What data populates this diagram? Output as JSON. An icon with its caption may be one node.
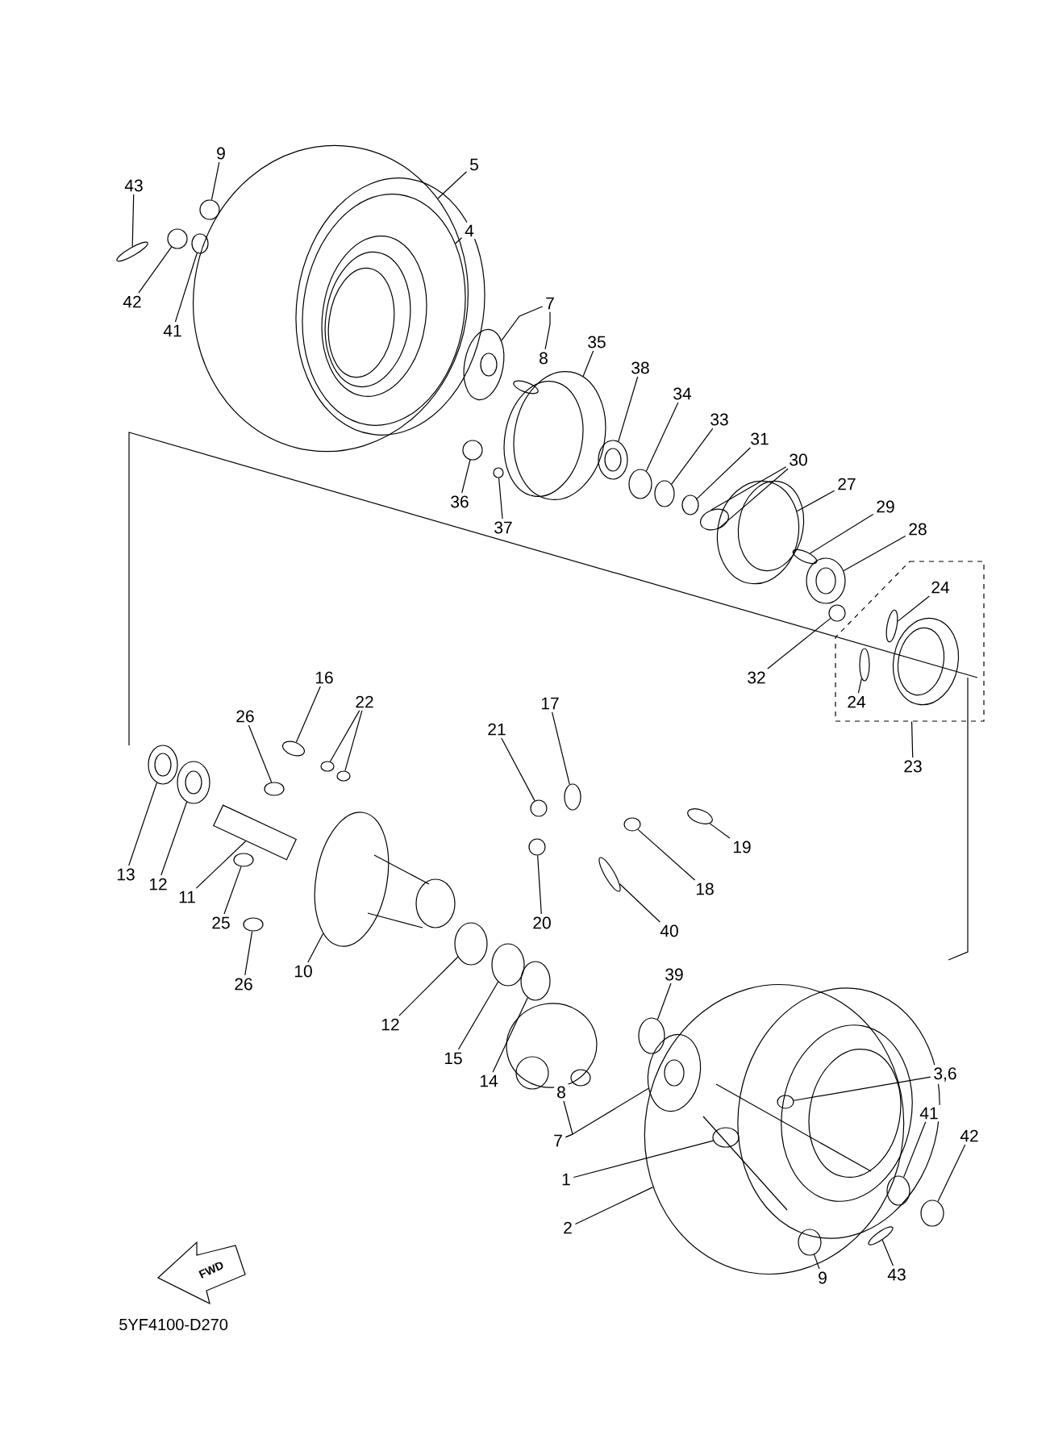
{
  "diagram": {
    "nodes": [
      {
        "text": [
          "43"
        ]
      },
      {
        "text": [
          "9"
        ]
      },
      {
        "text": [
          "5"
        ]
      },
      {
        "text": [
          "4"
        ]
      },
      {
        "text": [
          "42"
        ]
      },
      {
        "text": [
          "41"
        ]
      },
      {
        "text": [
          "7"
        ]
      },
      {
        "text": [
          "8"
        ]
      },
      {
        "text": [
          "35"
        ]
      },
      {
        "text": [
          "38"
        ]
      },
      {
        "text": [
          "34"
        ]
      },
      {
        "text": [
          "33"
        ]
      },
      {
        "text": [
          "31"
        ]
      },
      {
        "text": [
          "30"
        ]
      },
      {
        "text": [
          "27"
        ]
      },
      {
        "text": [
          "29"
        ]
      },
      {
        "text": [
          "28"
        ]
      },
      {
        "text": [
          "36"
        ]
      },
      {
        "text": [
          "37"
        ]
      },
      {
        "text": [
          "24"
        ],
        "in": 69
      },
      {
        "text": [
          "32"
        ]
      },
      {
        "text": [
          "24"
        ],
        "in": 69
      },
      {
        "text": [
          "23"
        ]
      },
      {
        "text": [
          "16"
        ]
      },
      {
        "text": [
          "26"
        ]
      },
      {
        "text": [
          "22"
        ]
      },
      {
        "text": [
          "17"
        ]
      },
      {
        "text": [
          "21"
        ]
      },
      {
        "text": [
          "19"
        ]
      },
      {
        "text": [
          "13"
        ]
      },
      {
        "text": [
          "12"
        ]
      },
      {
        "text": [
          "11"
        ]
      },
      {
        "text": [
          "25"
        ]
      },
      {
        "text": [
          "18"
        ]
      },
      {
        "text": [
          "20"
        ]
      },
      {
        "text": [
          "40"
        ]
      },
      {
        "text": [
          "26"
        ]
      },
      {
        "text": [
          "10"
        ]
      },
      {
        "text": [
          "12"
        ]
      },
      {
        "text": [
          "15"
        ]
      },
      {
        "text": [
          "14"
        ]
      },
      {
        "text": [
          "39"
        ]
      },
      {
        "text": [
          "3,6"
        ]
      },
      {
        "text": [
          "8"
        ]
      },
      {
        "text": [
          "41"
        ]
      },
      {
        "text": [
          "42"
        ]
      },
      {
        "text": [
          "7"
        ]
      },
      {
        "text": [
          "1"
        ]
      },
      {
        "text": [
          "2"
        ]
      },
      {
        "text": [
          "9"
        ]
      },
      {
        "text": [
          "43"
        ]
      },
      {
        "text": [],
        "shape": "circle"
      },
      {
        "text": [],
        "shape": "circle"
      },
      {
        "text": [],
        "shape": "circle"
      },
      {
        "text": [],
        "shape": "circle",
        "in": 53
      },
      {
        "text": [],
        "shape": "circle"
      },
      {
        "text": [],
        "shape": "circle"
      },
      {
        "text": [],
        "shape": "circle"
      },
      {
        "text": [],
        "shape": "circle"
      },
      {
        "text": [],
        "shape": "circle"
      },
      {
        "text": [],
        "shape": "circle"
      },
      {
        "text": [],
        "shape": "circle"
      },
      {
        "text": [],
        "shape": "circle"
      },
      {
        "text": [],
        "shape": "circle"
      },
      {
        "text": [],
        "shape": "circle"
      },
      {
        "text": [],
        "shape": "circle"
      },
      {
        "text": [],
        "shape": "circle"
      },
      {
        "text": [],
        "shape": "circle"
      },
      {
        "text": [],
        "shape": "circle"
      },
      {
        "text": [],
        "shape": "box"
      },
      {
        "text": [],
        "shape": "circle",
        "in": 69
      },
      {
        "text": [],
        "shape": "circle"
      },
      {
        "text": [],
        "shape": "circle",
        "in": 69
      },
      {
        "text": [],
        "shape": "circle"
      },
      {
        "text": [],
        "shape": "circle"
      },
      {
        "text": [],
        "shape": "circle"
      },
      {
        "text": [],
        "shape": "circle"
      },
      {
        "text": [],
        "shape": "circle"
      },
      {
        "text": [],
        "shape": "circle"
      },
      {
        "text": [],
        "shape": "circle"
      },
      {
        "text": [],
        "shape": "circle"
      },
      {
        "text": [],
        "shape": "circle"
      },
      {
        "text": [],
        "shape": "bar"
      },
      {
        "text": [],
        "shape": "circle"
      },
      {
        "text": [],
        "shape": "circle"
      },
      {
        "text": [],
        "shape": "circle"
      },
      {
        "text": [],
        "shape": "circle"
      },
      {
        "text": [],
        "shape": "circle"
      },
      {
        "text": [],
        "shape": "circle"
      },
      {
        "text": [],
        "shape": "circle"
      },
      {
        "text": [],
        "shape": "circle"
      },
      {
        "text": [],
        "shape": "circle"
      },
      {
        "text": [],
        "shape": "circle"
      },
      {
        "text": [],
        "shape": "circle"
      },
      {
        "text": [],
        "shape": "circle",
        "in": 93
      },
      {
        "text": [],
        "shape": "circle"
      },
      {
        "text": [],
        "shape": "circle"
      },
      {
        "text": [],
        "shape": "circle",
        "in": 93
      },
      {
        "text": [],
        "shape": "circle",
        "in": 93
      },
      {
        "text": [],
        "shape": "circle",
        "in": 93
      },
      {
        "text": [],
        "shape": "circle"
      },
      {
        "text": [
          "FWD"
        ]
      }
    ],
    "edges": [
      {
        "from": 0,
        "to": 51,
        "arrow": "none"
      },
      {
        "from": 1,
        "to": 52,
        "arrow": "none"
      },
      {
        "from": 2,
        "to": 53,
        "arrow": "none"
      },
      {
        "from": 3,
        "to": 54,
        "arrow": "none"
      },
      {
        "from": 4,
        "to": 55,
        "arrow": "none"
      },
      {
        "from": 5,
        "to": 56,
        "arrow": "none"
      },
      {
        "from": 6,
        "to": 57,
        "arrow": "none"
      },
      {
        "from": 6,
        "to": 7,
        "arrow": "none"
      },
      {
        "from": 8,
        "to": 58,
        "arrow": "none"
      },
      {
        "from": 9,
        "to": 59,
        "arrow": "none"
      },
      {
        "from": 10,
        "to": 60,
        "arrow": "none"
      },
      {
        "from": 11,
        "to": 61,
        "arrow": "none"
      },
      {
        "from": 12,
        "to": 62,
        "arrow": "none"
      },
      {
        "from": 13,
        "to": 63,
        "arrow": "none"
      },
      {
        "from": 13,
        "to": 63,
        "arrow": "none"
      },
      {
        "from": 14,
        "to": 64,
        "arrow": "none"
      },
      {
        "from": 15,
        "to": 65,
        "arrow": "none"
      },
      {
        "from": 16,
        "to": 66,
        "arrow": "none"
      },
      {
        "from": 17,
        "to": 67,
        "arrow": "none"
      },
      {
        "from": 18,
        "to": 68,
        "arrow": "none"
      },
      {
        "from": 19,
        "to": 70,
        "arrow": "none"
      },
      {
        "from": 20,
        "to": 71,
        "arrow": "none"
      },
      {
        "from": 21,
        "to": 72,
        "arrow": "none"
      },
      {
        "from": 22,
        "to": 69,
        "arrow": "none"
      },
      {
        "from": 23,
        "to": 73,
        "arrow": "none"
      },
      {
        "from": 24,
        "to": 74,
        "arrow": "none"
      },
      {
        "from": 25,
        "to": 75,
        "arrow": "none"
      },
      {
        "from": 25,
        "to": 76,
        "arrow": "none"
      },
      {
        "from": 26,
        "to": 77,
        "arrow": "none"
      },
      {
        "from": 27,
        "to": 78,
        "arrow": "none"
      },
      {
        "from": 28,
        "to": 79,
        "arrow": "none"
      },
      {
        "from": 29,
        "to": 80,
        "arrow": "none"
      },
      {
        "from": 30,
        "to": 81,
        "arrow": "none"
      },
      {
        "from": 31,
        "to": 82,
        "arrow": "none"
      },
      {
        "from": 32,
        "to": 83,
        "arrow": "none"
      },
      {
        "from": 33,
        "to": 84,
        "arrow": "none"
      },
      {
        "from": 34,
        "to": 85,
        "arrow": "none"
      },
      {
        "from": 35,
        "to": 86,
        "arrow": "none"
      },
      {
        "from": 36,
        "to": 87,
        "arrow": "none"
      },
      {
        "from": 37,
        "to": 88,
        "arrow": "none"
      },
      {
        "from": 38,
        "to": 89,
        "arrow": "none"
      },
      {
        "from": 39,
        "to": 90,
        "arrow": "none"
      },
      {
        "from": 40,
        "to": 91,
        "arrow": "none"
      },
      {
        "from": 41,
        "to": 92,
        "arrow": "none"
      },
      {
        "from": 42,
        "to": 94,
        "arrow": "none"
      },
      {
        "from": 44,
        "to": 95,
        "arrow": "none"
      },
      {
        "from": 45,
        "to": 96,
        "arrow": "none"
      },
      {
        "from": 46,
        "to": 43,
        "arrow": "none"
      },
      {
        "from": 46,
        "to": 97,
        "arrow": "none"
      },
      {
        "from": 47,
        "to": 98,
        "arrow": "none"
      },
      {
        "from": 48,
        "to": 93,
        "arrow": "none"
      },
      {
        "from": 49,
        "to": 99,
        "arrow": "none"
      },
      {
        "from": 50,
        "to": 100,
        "arrow": "none"
      }
    ],
    "labels": [
      "5YF4100-D270"
    ]
  }
}
